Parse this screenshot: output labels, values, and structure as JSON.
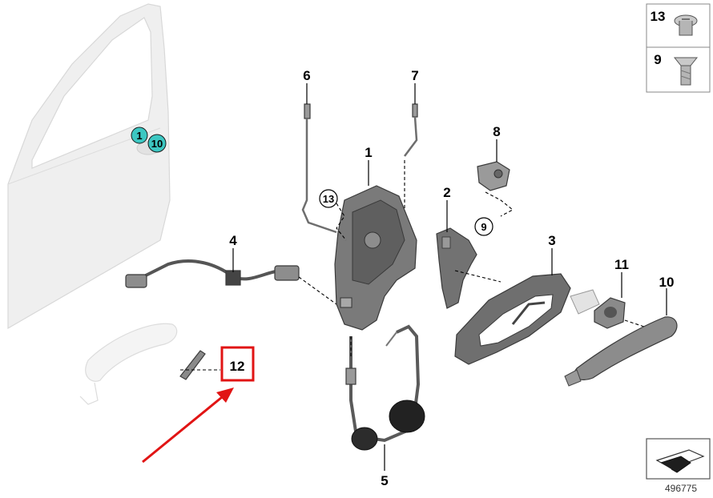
{
  "callouts": {
    "c1": "1",
    "c2": "2",
    "c3": "3",
    "c4": "4",
    "c5": "5",
    "c6": "6",
    "c7": "7",
    "c8": "8",
    "c9": "9",
    "c10": "10",
    "c11": "11",
    "c12": "12",
    "c13": "13"
  },
  "circled": {
    "c13": "13",
    "c9": "9"
  },
  "door_badges": {
    "b1": "1",
    "b10": "10"
  },
  "legend": {
    "top": "13",
    "bottom": "9"
  },
  "reference_number": "496775",
  "colors": {
    "badge_teal": "#3cc7c2",
    "highlight_red": "#e11414",
    "part_gray": "#6e6e6e",
    "door_gray": "#ececec"
  },
  "icons": {
    "screw_13": "flange-head-screw-icon",
    "screw_9": "countersunk-screw-icon",
    "orientation": "orientation-arrow-icon"
  }
}
